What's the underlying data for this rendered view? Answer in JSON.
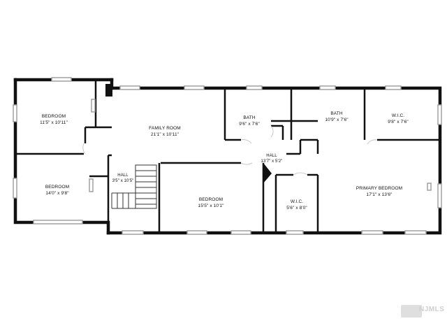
{
  "rooms": [
    {
      "key": "bedroom_nw",
      "name": "BEDROOM",
      "dims": "11'5\" x 10'11\""
    },
    {
      "key": "bedroom_sw",
      "name": "BEDROOM",
      "dims": "14'0\" x 9'8\""
    },
    {
      "key": "hall_left",
      "name": "HALL",
      "dims": "3'5\" x 10'5\""
    },
    {
      "key": "family_room",
      "name": "FAMILY ROOM",
      "dims": "21'1\" x 10'11\""
    },
    {
      "key": "bath_1",
      "name": "BATH",
      "dims": "9'6\" x 7'6\""
    },
    {
      "key": "bath_2",
      "name": "BATH",
      "dims": "10'9\" x 7'6\""
    },
    {
      "key": "wic_ne",
      "name": "W.I.C.",
      "dims": "9'8\" x 7'6\""
    },
    {
      "key": "hall_center",
      "name": "HALL",
      "dims": "13'7\" x 5'2\""
    },
    {
      "key": "bedroom_center",
      "name": "BEDROOM",
      "dims": "15'5\" x 10'1\""
    },
    {
      "key": "wic_center",
      "name": "W.I.C.",
      "dims": "5'6\" x 8'0\""
    },
    {
      "key": "primary_bedroom",
      "name": "PRIMARY BEDROOM",
      "dims": "17'1\" x 13'6\""
    }
  ],
  "watermark": {
    "text": "NJMLS"
  },
  "colors": {
    "wall": "#111111",
    "window": "#9a9a9a",
    "stairs": "#333333"
  }
}
